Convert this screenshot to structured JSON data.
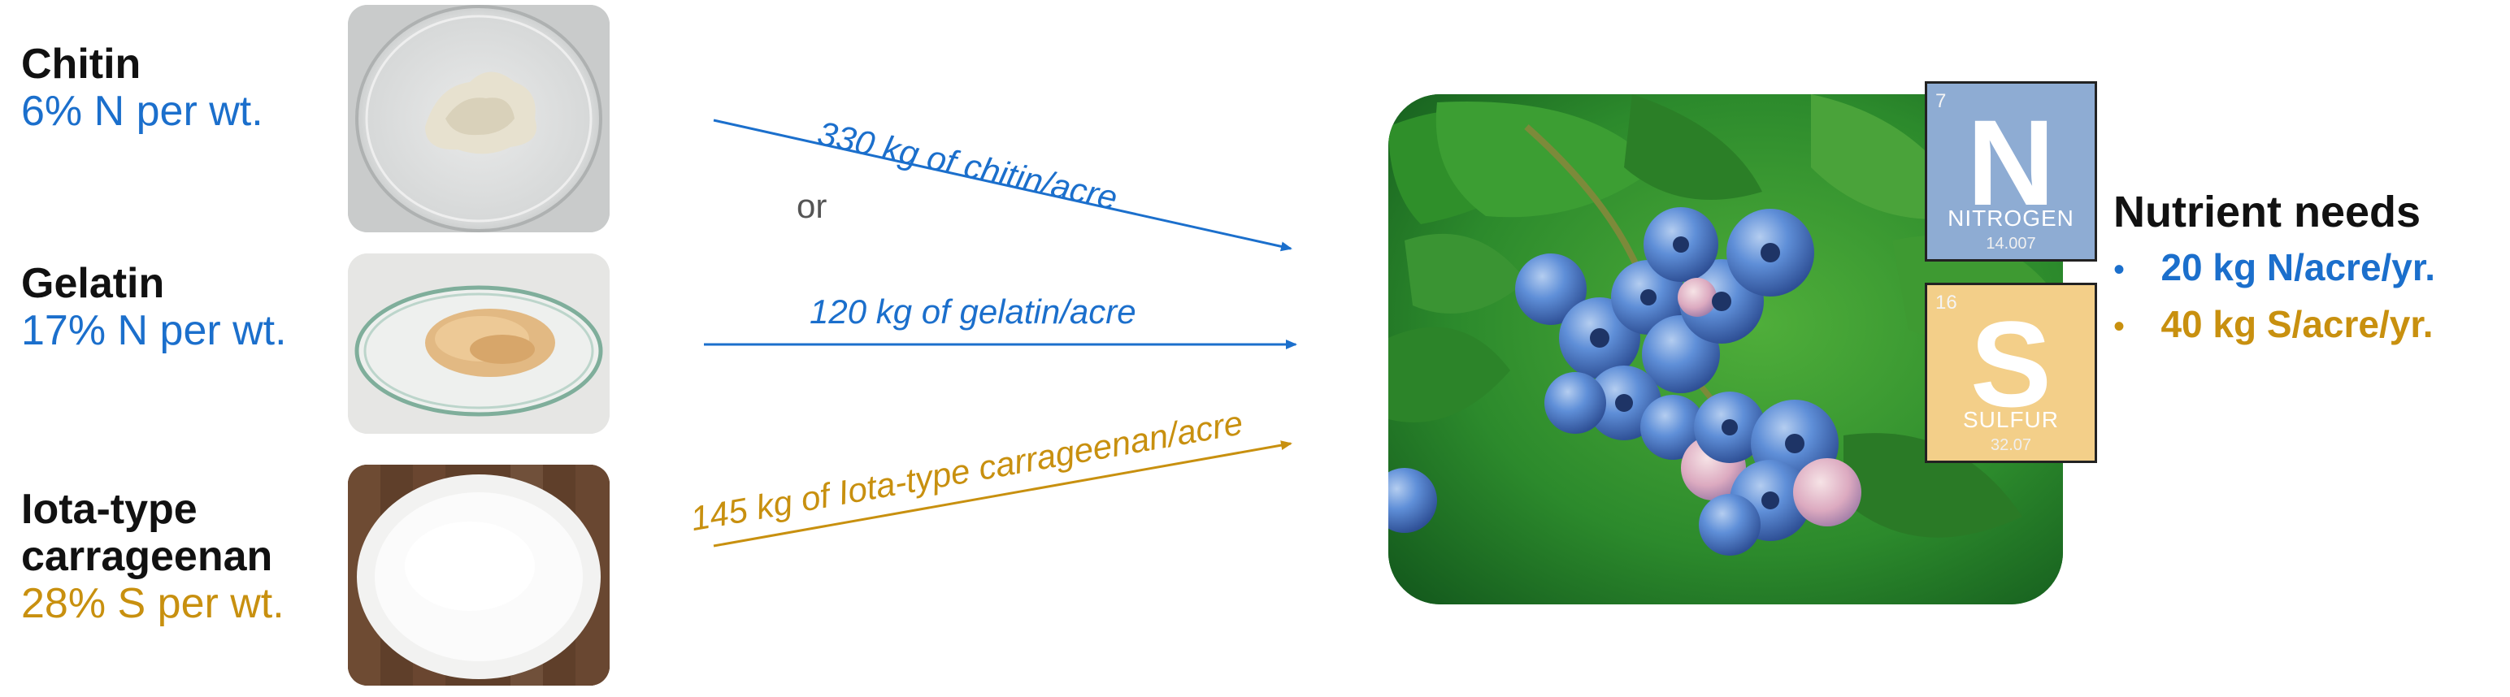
{
  "materials": [
    {
      "name_lines": [
        "Chitin"
      ],
      "content": "6% N per wt.",
      "color": "#1b6fcc",
      "image": "chitin-powder-petri-dish"
    },
    {
      "name_lines": [
        "Gelatin"
      ],
      "content": "17% N per wt.",
      "color": "#1b6fcc",
      "image": "gelatin-granules-petri-dish"
    },
    {
      "name_lines": [
        "Iota-type",
        "carrageenan"
      ],
      "content": "28% S per wt.",
      "color": "#c8900f",
      "image": "carrageenan-powder-bowl"
    }
  ],
  "arrows": {
    "chitin_label": "330 kg of chitin/acre",
    "or_label": "or",
    "gelatin_label": "120 kg of gelatin/acre",
    "carrageenan_label": "145 kg of Iota-type carrageenan/acre"
  },
  "crop_image": "blueberry-cluster-photo",
  "elements": {
    "nitrogen": {
      "number": "7",
      "symbol": "N",
      "name": "NITROGEN",
      "mass": "14.007",
      "color": "#8eacd3"
    },
    "sulfur": {
      "number": "16",
      "symbol": "S",
      "name": "SULFUR",
      "mass": "32.07",
      "color": "#f3cf89"
    }
  },
  "needs": {
    "title": "Nutrient needs",
    "bullet": "•",
    "items": [
      {
        "text": "20 kg N/acre/yr.",
        "color": "#1b6fcc"
      },
      {
        "text": "40 kg S/acre/yr.",
        "color": "#c8900f"
      }
    ]
  },
  "colors": {
    "blue": "#1b6fcc",
    "gold": "#c8900f"
  }
}
